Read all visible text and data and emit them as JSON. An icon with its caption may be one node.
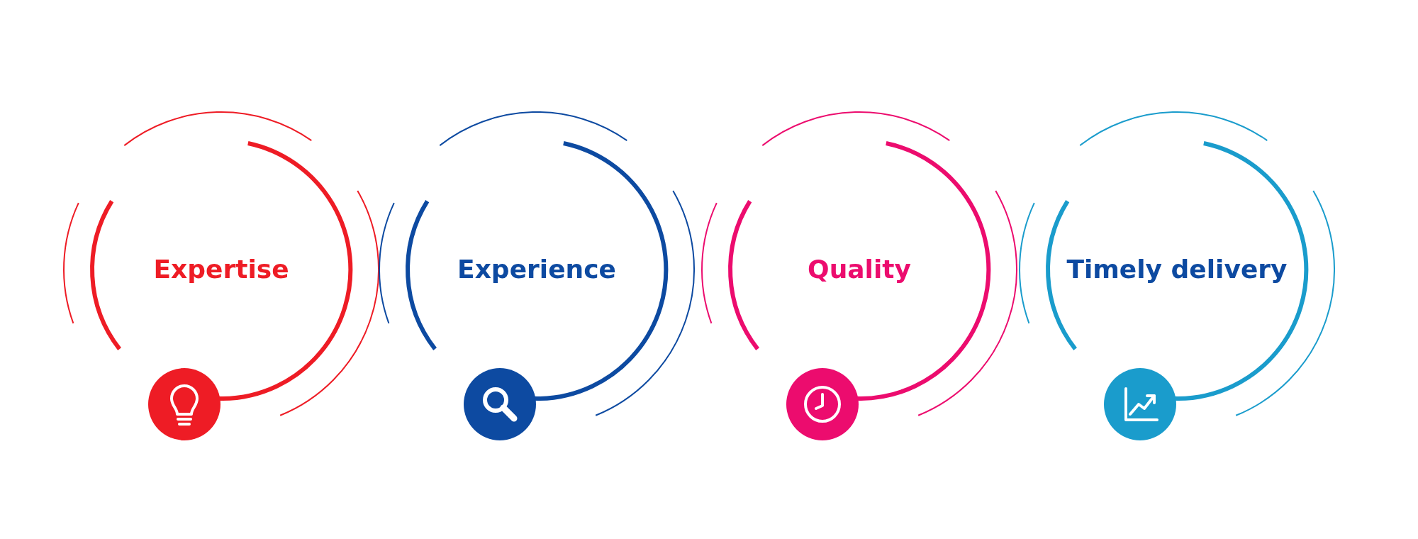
{
  "diagram": {
    "nodes": [
      {
        "text": [
          "Expertise"
        ]
      },
      {
        "text": [
          "Experience"
        ]
      },
      {
        "text": [
          "Quality"
        ]
      },
      {
        "text": [
          "Timely delivery"
        ]
      }
    ]
  }
}
